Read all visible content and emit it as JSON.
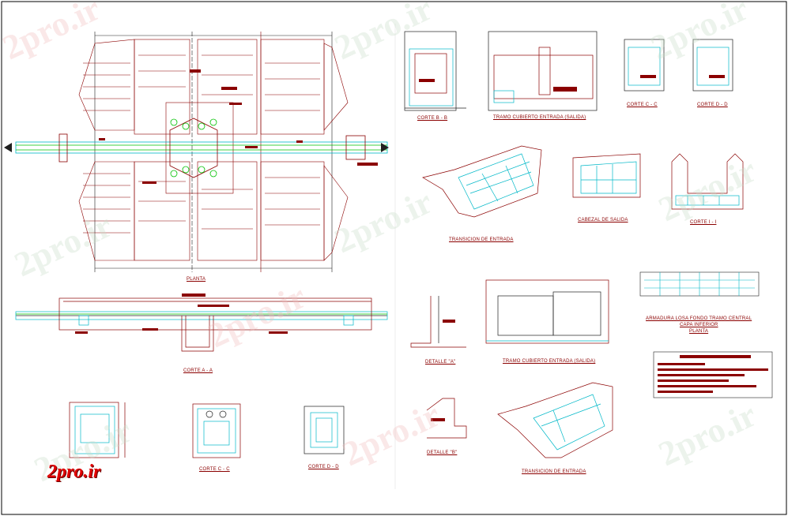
{
  "watermark": "2pro.ir",
  "logo": "2pro.ir",
  "labels": {
    "planta": "PLANTA",
    "corte_a_a": "CORTE A - A",
    "corte_b_b": "CORTE B - B",
    "tramo_cubierto_salida": "TRAMO CUBIERTO ENTRADA (SALIDA)",
    "corte_c_c_top": "CORTE C - C",
    "corte_d_d_top": "CORTE D - D",
    "transicion_entrada_top": "TRANSICION DE ENTRADA",
    "cabezal_salida": "CABEZAL DE SALIDA",
    "corte_i_i": "CORTE I - I",
    "armadura_line1": "ARMADURA LOSA FONDO TRAMO CENTRAL",
    "armadura_line2": "CAPA INFERIOR",
    "armadura_line3": "PLANTA",
    "detalle_a": "DETALLE \"A\"",
    "tramo_cubierto_entrada_bottom": "TRAMO CUBIERTO ENTRADA (SALIDA)",
    "detalle_b": "DETALLE \"B\"",
    "transicion_entrada_bottom": "TRANSICION DE ENTRADA",
    "corte_c_c_bottom": "CORTE C - C",
    "corte_d_d_bottom": "CORTE D - D"
  },
  "colors": {
    "frame": "#000000",
    "structure": "#8b0000",
    "cyan": "#00b8c8",
    "green": "#00c000",
    "magenta": "#c000c0",
    "dark": "#202020"
  }
}
